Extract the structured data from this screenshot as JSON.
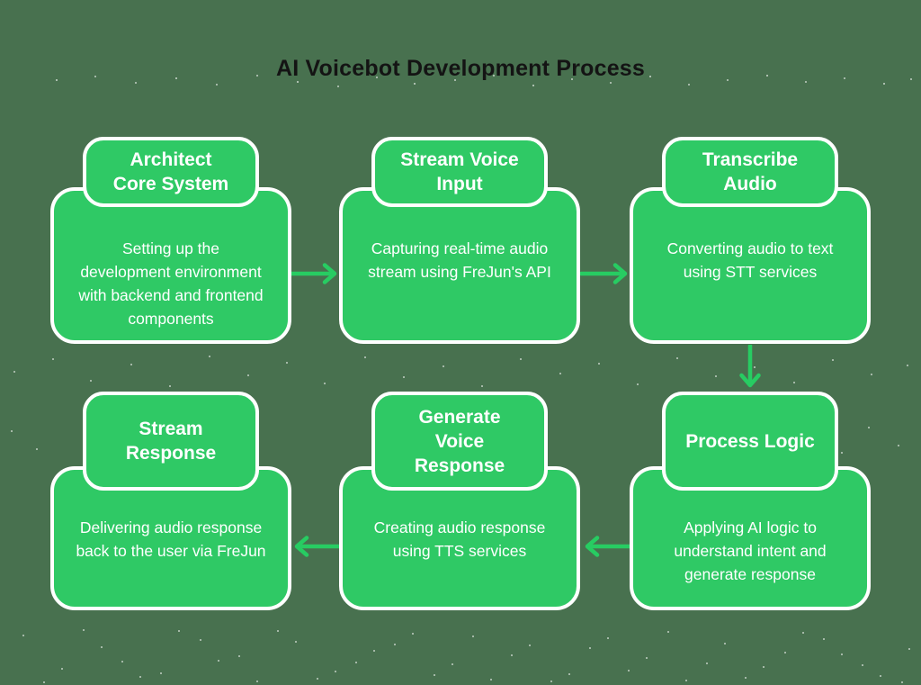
{
  "title": "AI Voicebot Development Process",
  "colors": {
    "background": "#48714F",
    "box": "#2FC965",
    "border": "#FFFFFF",
    "arrow": "#27CC62",
    "title_text": "#141414",
    "box_text": "#FFFFFF"
  },
  "steps": [
    {
      "id": 1,
      "title_lines": [
        "Architect",
        "Core System"
      ],
      "desc_lines": [
        "Setting up the",
        "development environment",
        "with backend and frontend",
        "components"
      ]
    },
    {
      "id": 2,
      "title_lines": [
        "Stream Voice",
        "Input"
      ],
      "desc_lines": [
        "Capturing real-time audio",
        "stream using FreJun's API"
      ]
    },
    {
      "id": 3,
      "title_lines": [
        "Transcribe",
        "Audio"
      ],
      "desc_lines": [
        "Converting audio to text",
        "using STT services"
      ]
    },
    {
      "id": 4,
      "title_lines": [
        "Process Logic"
      ],
      "desc_lines": [
        "Applying AI logic to",
        "understand intent and",
        "generate response"
      ]
    },
    {
      "id": 5,
      "title_lines": [
        "Generate",
        "Voice",
        "Response"
      ],
      "desc_lines": [
        "Creating audio response",
        "using TTS services"
      ]
    },
    {
      "id": 6,
      "title_lines": [
        "Stream",
        "Response"
      ],
      "desc_lines": [
        "Delivering audio response",
        "back to the user via FreJun"
      ]
    }
  ],
  "flow": [
    "architect-core-system -> stream-voice-input",
    "stream-voice-input -> transcribe-audio",
    "transcribe-audio -> process-logic",
    "process-logic -> generate-voice-response",
    "generate-voice-response -> stream-response"
  ]
}
